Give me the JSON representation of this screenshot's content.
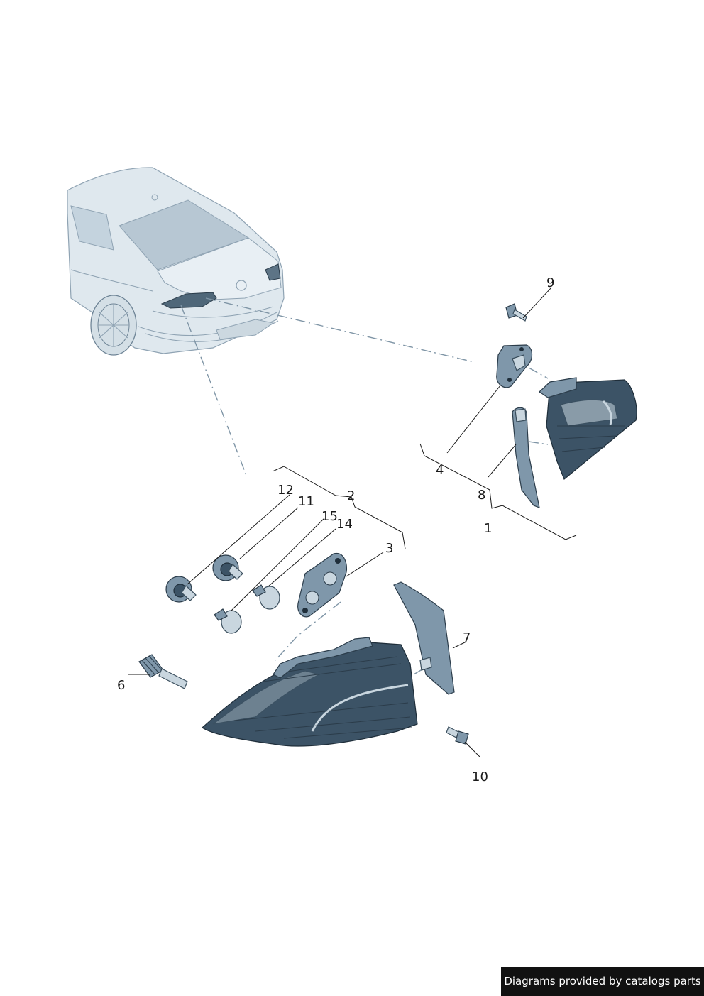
{
  "callouts": {
    "c1": "1",
    "c2": "2",
    "c3": "3",
    "c4": "4",
    "c6": "6",
    "c7": "7",
    "c8": "8",
    "c9": "9",
    "c10": "10",
    "c11": "11",
    "c12": "12",
    "c14": "14",
    "c15": "15"
  },
  "watermark": "Diagrams provided by catalogs parts",
  "colors": {
    "part_dark": "#3c5366",
    "part_mid": "#7f97aa",
    "part_light": "#c9d6df",
    "body_fill": "#dfe8ee"
  }
}
